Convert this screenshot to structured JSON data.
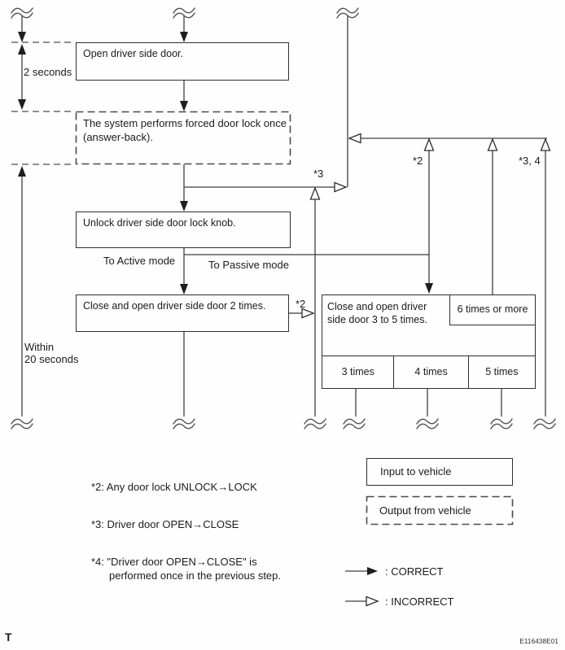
{
  "flowchart": {
    "steps": {
      "open_door": "Open driver side door.",
      "answer_back_line1": "The system performs forced door lock once",
      "answer_back_line2": "(answer-back).",
      "unlock_knob": "Unlock driver side door lock knob.",
      "close_open_two": "Close and open driver side door 2 times.",
      "close_open_3to5_line1": "Close and open driver",
      "close_open_3to5_line2": "side door 3 to 5 times.",
      "six_or_more": "6 times or more",
      "three_times": "3 times",
      "four_times": "4 times",
      "five_times": "5 times"
    },
    "timing": {
      "two_seconds": "2 seconds",
      "within_line1": "Within",
      "within_line2": "20 seconds"
    },
    "modes": {
      "active": "To Active mode",
      "passive": "To Passive mode"
    },
    "refs": {
      "r3": "*3",
      "r2_top": "*2",
      "r34": "*3, 4",
      "r2_side": "*2"
    },
    "footnotes": {
      "f2": "*2: Any door lock UNLOCK→LOCK",
      "f3": "*3: Driver door OPEN→CLOSE",
      "f4_line1": "*4: \"Driver door OPEN→CLOSE\" is",
      "f4_line2": "performed once in the previous step."
    },
    "legend": {
      "input": "Input to vehicle",
      "output": "Output from vehicle",
      "correct": ": CORRECT",
      "incorrect": ": INCORRECT"
    },
    "footer": {
      "page_mark": "T",
      "figure_id": "E116438E01"
    }
  }
}
